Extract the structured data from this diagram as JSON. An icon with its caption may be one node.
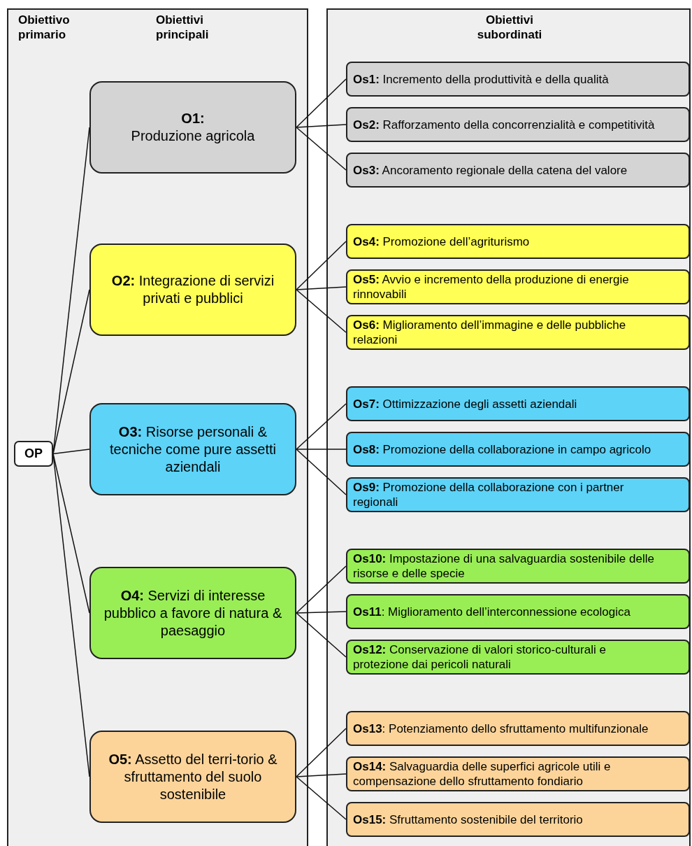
{
  "diagram": {
    "nodes": [
      {
        "text": [
          "Obiettivo primario",
          "Obiettivi principali"
        ]
      },
      {
        "text": [
          "Obiettivi subordinati"
        ]
      },
      {
        "text": [
          "OP"
        ],
        "in": 0
      },
      {
        "text": [
          "O1:",
          "Produzione agricola"
        ],
        "in": 0
      },
      {
        "text": [
          "**O2:** Integrazione di servizi privati e pubblici"
        ],
        "in": 0
      },
      {
        "text": [
          "**O3:** Risorse personali & tecniche come pure assetti aziendali"
        ],
        "in": 0
      },
      {
        "text": [
          "**O4:** Servizi di interesse pubblico a favore di natura & paesaggio"
        ],
        "in": 0
      },
      {
        "text": [
          "**O5:** Assetto del terri-torio & sfruttamento del suolo sostenibile"
        ],
        "in": 0
      },
      {
        "text": [
          "**Os1:** Incremento della produttività e della qualità"
        ],
        "in": 1
      },
      {
        "text": [
          "**Os2:** Rafforzamento della concorrenzialità e competitività"
        ],
        "in": 1
      },
      {
        "text": [
          "**Os3:** Ancoramento regionale della catena del valore"
        ],
        "in": 1
      },
      {
        "text": [
          "**Os4:** Promozione dell’agriturismo"
        ],
        "in": 1
      },
      {
        "text": [
          "**Os5:** Avvio e incremento della produzione di energie rinnovabili"
        ],
        "in": 1
      },
      {
        "text": [
          "**Os6:** Miglioramento dell’immagine e delle pubbliche relazioni"
        ],
        "in": 1
      },
      {
        "text": [
          "**Os7:** Ottimizzazione degli assetti aziendali"
        ],
        "in": 1
      },
      {
        "text": [
          "**Os8:** Promozione della collaborazione in campo agricolo"
        ],
        "in": 1
      },
      {
        "text": [
          "**Os9:** Promozione della collaborazione con i partner regionali"
        ],
        "in": 1
      },
      {
        "text": [
          "**Os10:** Impostazione di una salvaguardia sostenibile delle risorse e delle specie"
        ],
        "in": 1
      },
      {
        "text": [
          "**Os11**: Miglioramento dell’interconnessione ecologica"
        ],
        "in": 1
      },
      {
        "text": [
          "**Os12:** Conservazione di valori storico-culturali e protezione dai pericoli naturali"
        ],
        "in": 1
      },
      {
        "text": [
          "**Os13**: Potenziamento dello sfruttamento multifunzionale"
        ],
        "in": 1
      },
      {
        "text": [
          "**Os14:** Salvaguardia delle superfici agricole utili e compensazione dello sfruttamento fondiario"
        ],
        "in": 1
      },
      {
        "text": [
          "**Os15:** Sfruttamento sostenibile del territorio"
        ],
        "in": 1
      }
    ],
    "edges": [
      {
        "from": 2,
        "to": 3,
        "arrow": "none"
      },
      {
        "from": 2,
        "to": 4,
        "arrow": "none"
      },
      {
        "from": 2,
        "to": 5,
        "arrow": "none"
      },
      {
        "from": 2,
        "to": 6,
        "arrow": "none"
      },
      {
        "from": 2,
        "to": 7,
        "arrow": "none"
      },
      {
        "from": 3,
        "to": 8,
        "arrow": "none"
      },
      {
        "from": 3,
        "to": 9,
        "arrow": "none"
      },
      {
        "from": 3,
        "to": 10,
        "arrow": "none"
      },
      {
        "from": 4,
        "to": 11,
        "arrow": "none"
      },
      {
        "from": 4,
        "to": 12,
        "arrow": "none"
      },
      {
        "from": 4,
        "to": 13,
        "arrow": "none"
      },
      {
        "from": 5,
        "to": 14,
        "arrow": "none"
      },
      {
        "from": 5,
        "to": 15,
        "arrow": "none"
      },
      {
        "from": 5,
        "to": 16,
        "arrow": "none"
      },
      {
        "from": 6,
        "to": 17,
        "arrow": "none"
      },
      {
        "from": 6,
        "to": 18,
        "arrow": "none"
      },
      {
        "from": 6,
        "to": 19,
        "arrow": "none"
      },
      {
        "from": 7,
        "to": 20,
        "arrow": "none"
      },
      {
        "from": 7,
        "to": 21,
        "arrow": "none"
      },
      {
        "from": 7,
        "to": 22,
        "arrow": "none"
      }
    ]
  }
}
